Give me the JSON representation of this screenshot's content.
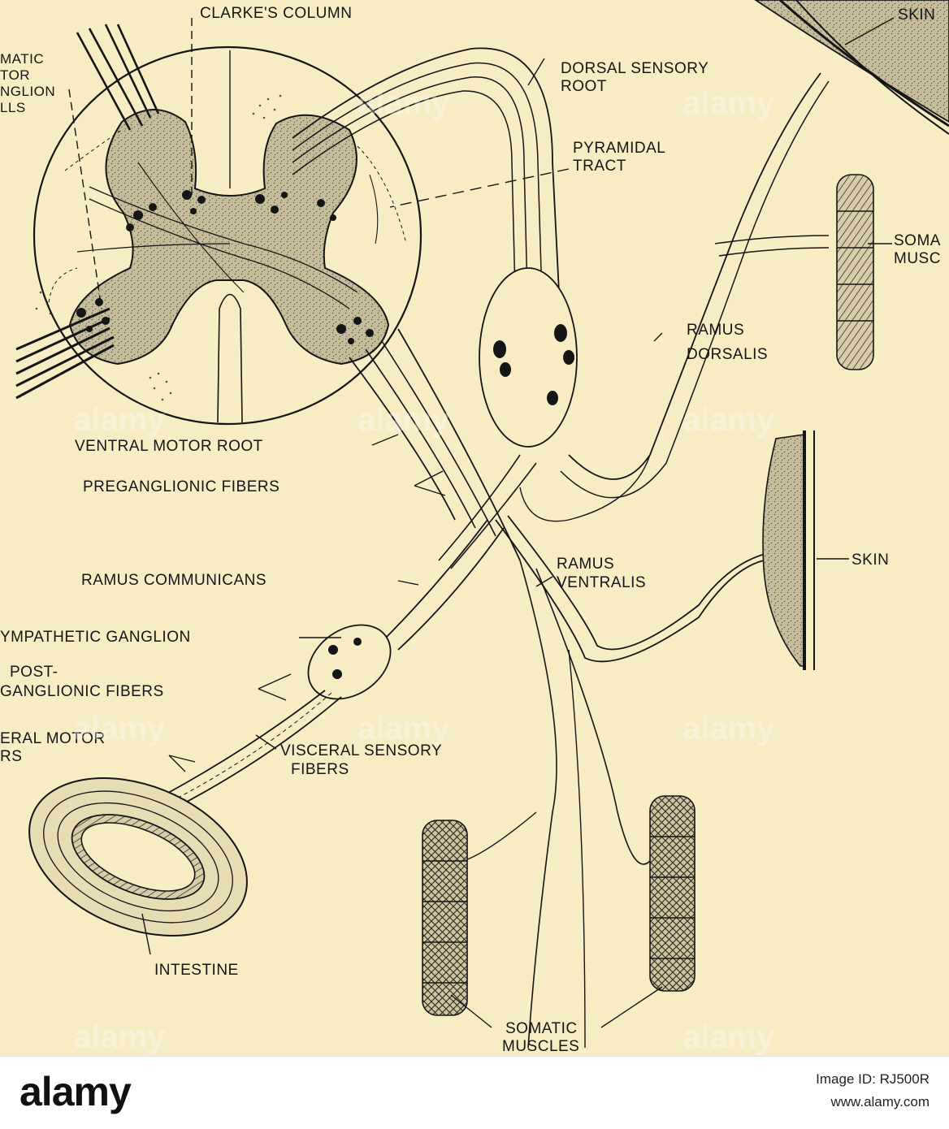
{
  "background": "#f7ecc4",
  "ink": "#151515",
  "labels": {
    "clarkes_column": "CLARKE'S COLUMN",
    "somatic_motor_ganglion_cells": [
      "MATIC",
      "TOR",
      "NGLION",
      "LLS"
    ],
    "skin_top": "SKIN",
    "dorsal_sensory_root": [
      "DORSAL SENSORY",
      "ROOT"
    ],
    "pyramidal_tract": [
      "PYRAMIDAL",
      "TRACT"
    ],
    "somatic_muscles_right": [
      "SOMA",
      "MUSC"
    ],
    "ramus_dorsalis": [
      "RAMUS",
      "DORSALIS"
    ],
    "ventral_motor_root": "VENTRAL MOTOR ROOT",
    "preganglionic_fibers": "PREGANGLIONIC FIBERS",
    "ramus_communicans": "RAMUS COMMUNICANS",
    "ramus_ventralis": [
      "RAMUS",
      "VENTRALIS"
    ],
    "skin_right": "SKIN",
    "sympathetic_ganglion": "YMPATHETIC GANGLION",
    "postganglionic_fibers": [
      "POST-",
      "GANGLIONIC FIBERS"
    ],
    "visceral_motor_fibers": [
      "ERAL MOTOR",
      "RS"
    ],
    "visceral_sensory_fibers": [
      "VISCERAL SENSORY",
      "FIBERS"
    ],
    "intestine": "INTESTINE",
    "somatic_muscles_bottom": [
      "SOMATIC",
      "MUSCLES"
    ]
  },
  "watermark": "alamy",
  "footer": {
    "logo": "alamy",
    "image_id_line": "Image ID: RJ500R",
    "url": "www.alamy.com"
  }
}
